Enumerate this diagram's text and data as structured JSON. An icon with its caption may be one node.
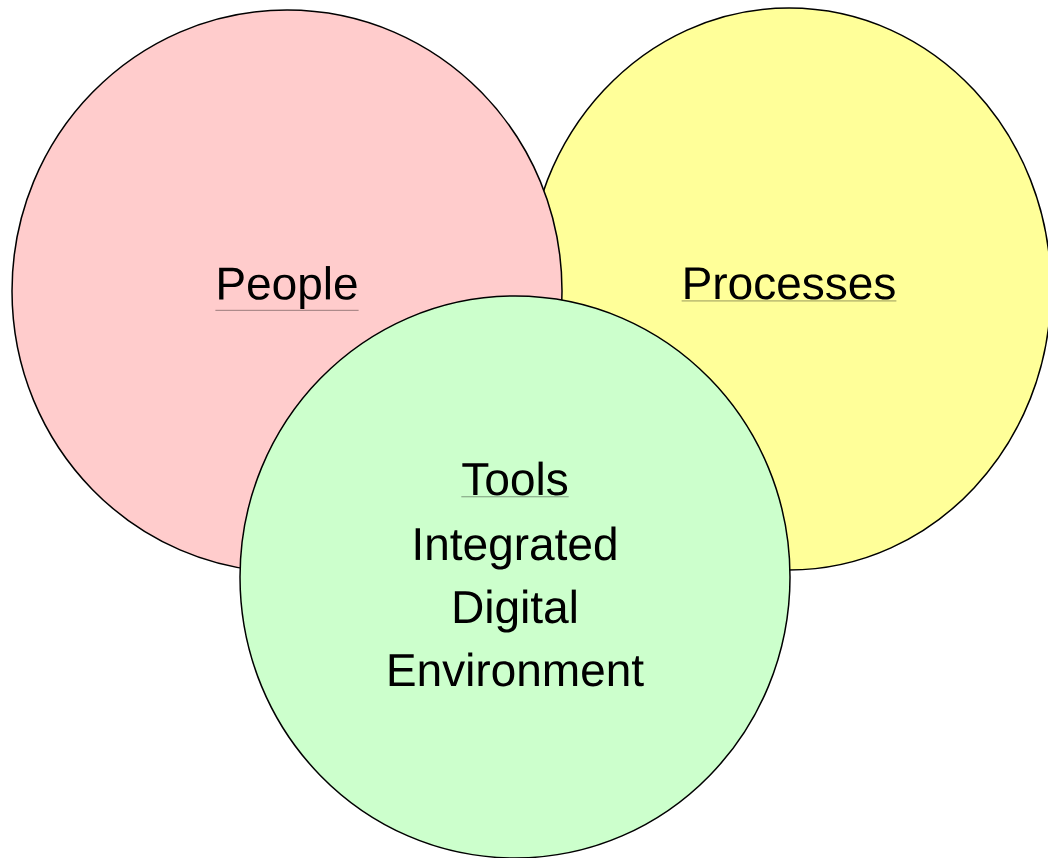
{
  "diagram": {
    "nodes": [
      {
        "text": [
          "People"
        ]
      },
      {
        "text": [
          "Processes"
        ]
      },
      {
        "text": [
          "Tools",
          "Integrated Digital Environment"
        ]
      }
    ]
  }
}
